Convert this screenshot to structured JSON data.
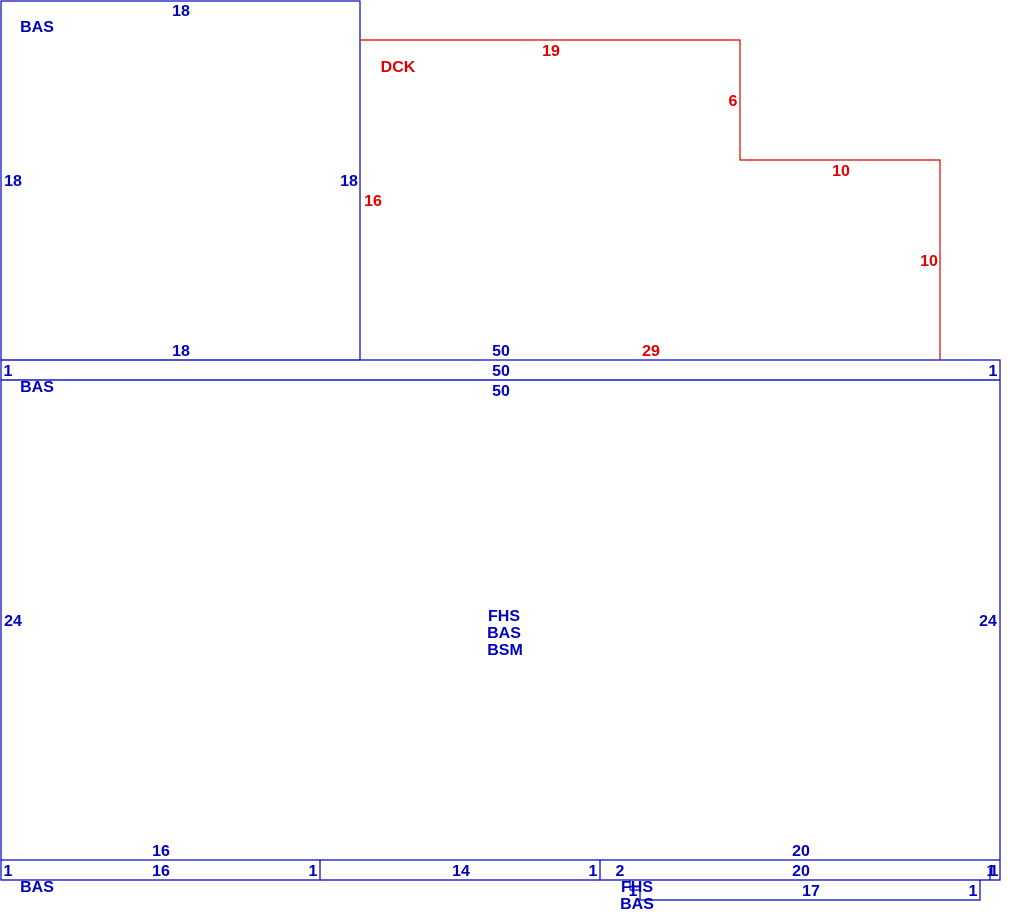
{
  "colors": {
    "building": "#0000c0",
    "deck": "#e00000",
    "background": "#ffffff"
  },
  "areas": {
    "upper_bas": {
      "label": "BAS",
      "top": "18",
      "left": "18",
      "right": "18",
      "bottom": "18"
    },
    "deck": {
      "label": "DCK",
      "top": "19",
      "step_vertical": "6",
      "step_horizontal": "10",
      "right": "10",
      "bottom": "29",
      "left": "16"
    },
    "strip": {
      "top": "50",
      "middle": "50",
      "left": "1",
      "right": "1"
    },
    "main": {
      "top": "50",
      "left": "24",
      "right": "24",
      "center_labels": [
        "FHS",
        "BAS",
        "BSM"
      ]
    },
    "lower_left": {
      "label": "BAS",
      "top": "16",
      "bottom": "16",
      "left": "1",
      "right": "1"
    },
    "gap": {
      "bottom": "14",
      "right": "1"
    },
    "lower_right": {
      "top": "20",
      "middle": "20",
      "left": "2",
      "right_outer": "1",
      "right_inner": "1"
    },
    "lower_right_sub": {
      "labels": [
        "FHS",
        "BAS"
      ],
      "bottom": "17",
      "right": "1",
      "left": "1"
    }
  }
}
